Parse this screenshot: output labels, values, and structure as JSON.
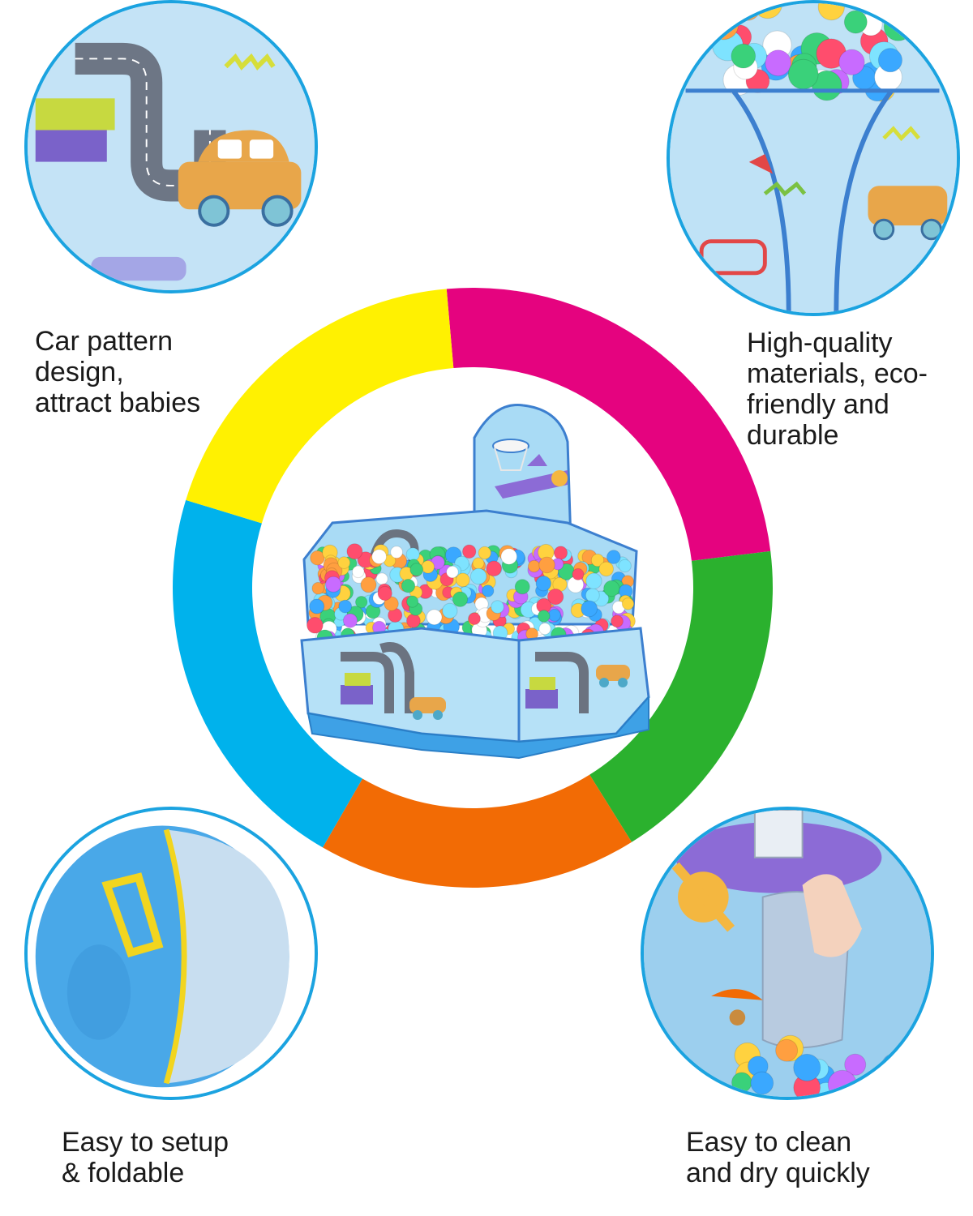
{
  "ring": {
    "segment_colors": [
      "#e5037f",
      "#2bb12e",
      "#f26b05",
      "#00b2ec",
      "#fff101"
    ]
  },
  "product": {
    "ball_colors": [
      "#ff4d6d",
      "#ffd23f",
      "#3ad17a",
      "#3aa8ff",
      "#ff9f40",
      "#c86bff",
      "#ffffff",
      "#7ee3ff"
    ]
  },
  "features": {
    "top_left": {
      "label": "Car pattern\ndesign,\nattract babies",
      "icon": "car-pattern-icon"
    },
    "top_right": {
      "label": "High-quality\nmaterials, eco-\nfriendly and\ndurable",
      "icon": "material-closeup-icon"
    },
    "bottom_left": {
      "label": "Easy to setup\n& foldable",
      "icon": "folded-bag-icon"
    },
    "bottom_right": {
      "label": "Easy to clean\nand dry quickly",
      "icon": "hand-towel-icon"
    }
  },
  "colors": {
    "border_blue": "#1ba3e0",
    "fabric_blue": "#bfe2f6",
    "text": "#1a1a1a"
  }
}
